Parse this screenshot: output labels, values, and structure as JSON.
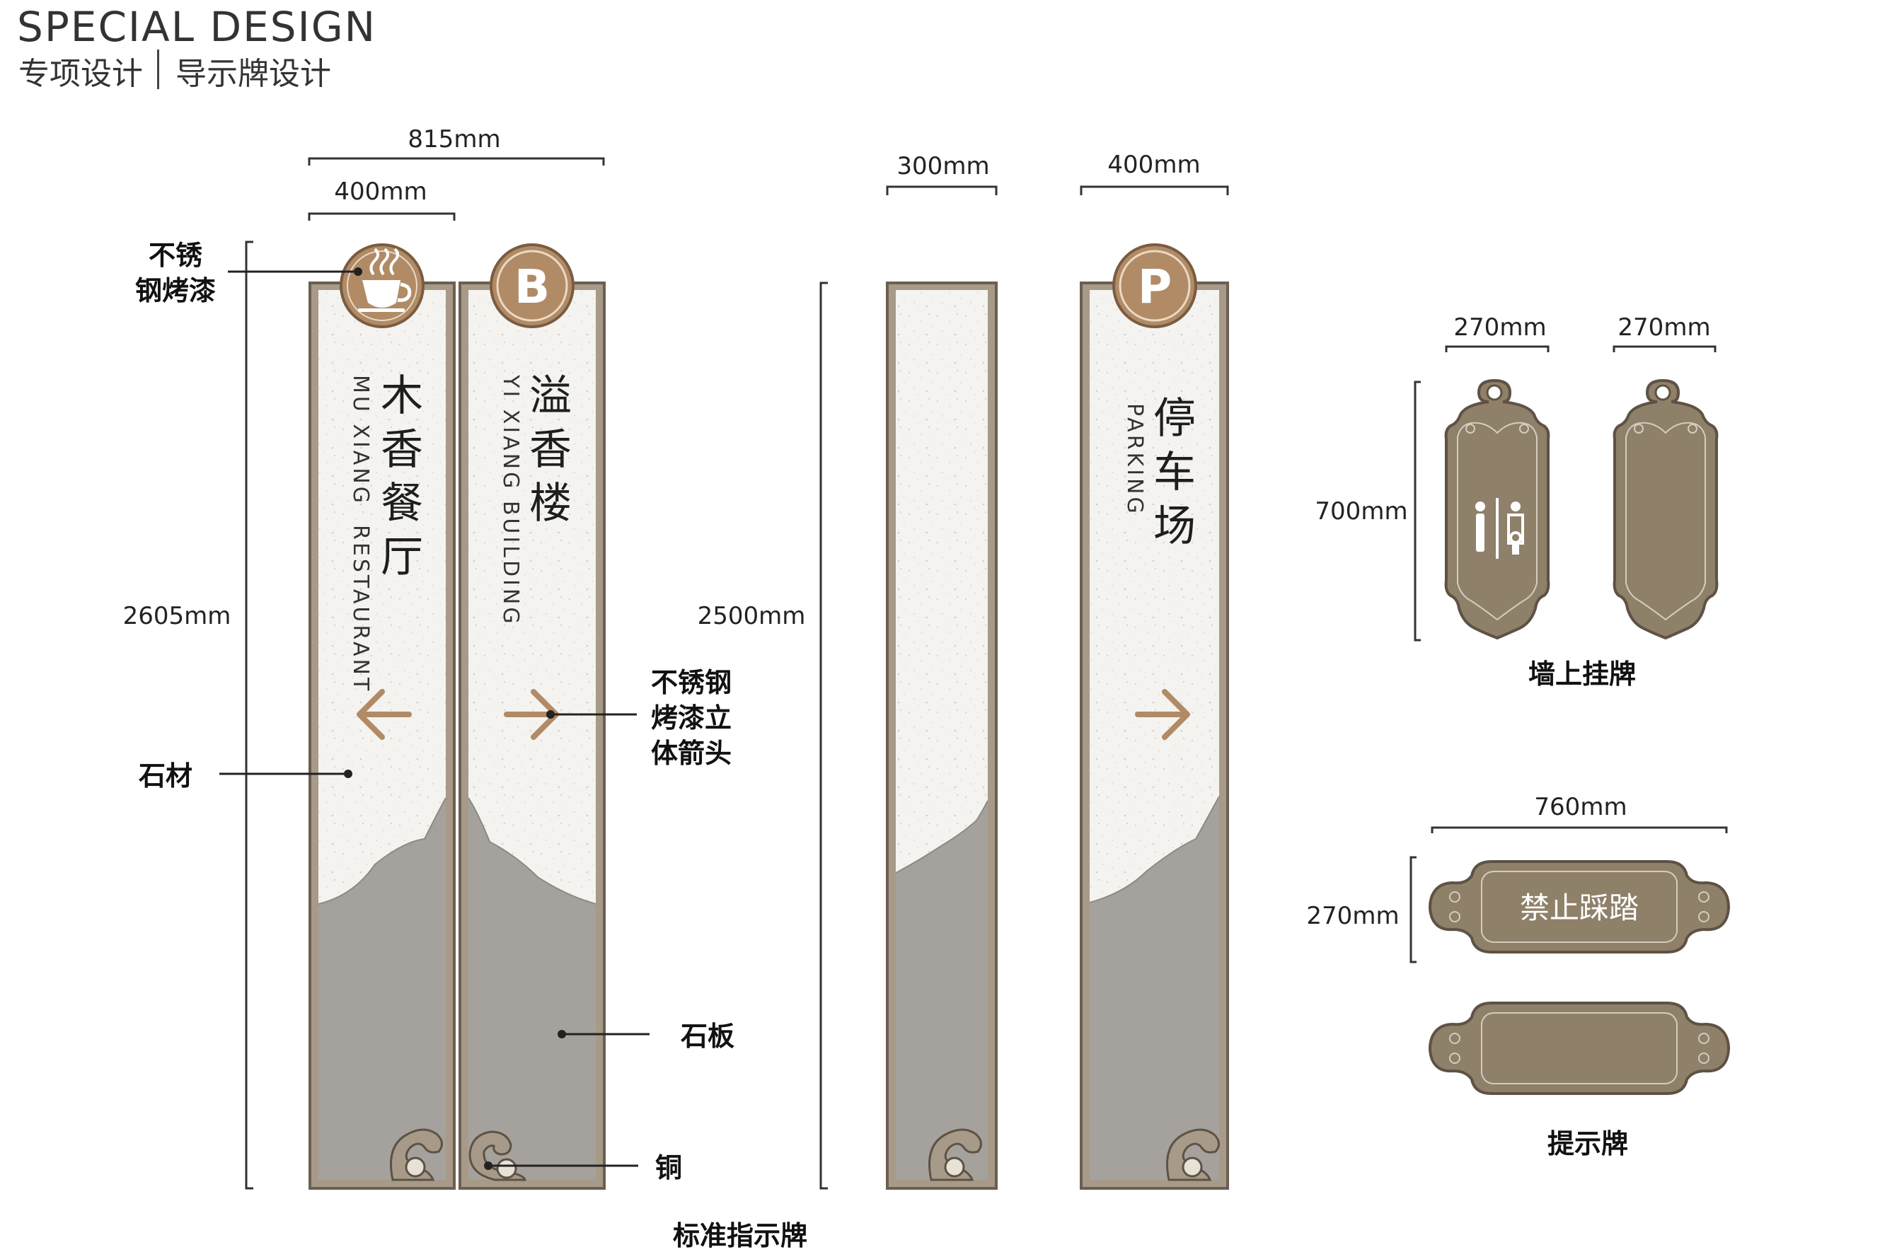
{
  "header": {
    "title_en": "SPECIAL DESIGN",
    "category": "专项设计",
    "subcategory": "导示牌设计"
  },
  "colors": {
    "frame": "#a79a88",
    "frame_stroke": "#6b5f52",
    "gold": "#b08b66",
    "gold_dark": "#8d6a49",
    "plate": "#8f8069",
    "plate_stroke": "#5e5245",
    "stone_light": "#f2f1ee",
    "stone_dark": "#a5a29d",
    "text": "#222222"
  },
  "icons": {
    "coffee": "coffee-cup-icon",
    "building": "letter-b-icon",
    "parking": "letter-p-icon",
    "restroom": "restroom-icon",
    "arrow_left": "arrow-left-icon",
    "arrow_right": "arrow-right-icon",
    "cloud": "cloud-scroll-icon"
  },
  "dimensions": {
    "pair_total_width": "815mm",
    "single_width": "400mm",
    "pair_height": "2605mm",
    "narrow_width": "300mm",
    "parking_width": "400mm",
    "tall_height": "2500mm",
    "hang_width_1": "270mm",
    "hang_width_2": "270mm",
    "hang_height": "700mm",
    "warn_width": "760mm",
    "warn_height": "270mm"
  },
  "callouts": {
    "stainless_paint": [
      "不锈",
      "钢烤漆"
    ],
    "stone_material": "石材",
    "arrow_3d": [
      "不锈钢",
      "烤漆立",
      "体箭头"
    ],
    "stone_slab": "石板",
    "copper": "铜"
  },
  "signs": {
    "restaurant": {
      "cn": [
        "木",
        "香",
        "餐",
        "厅"
      ],
      "en": "MU XIANG  RESTAURANT"
    },
    "building": {
      "cn": [
        "溢",
        "香",
        "楼"
      ],
      "en": "YI XIANG BUILDING",
      "badge": "B"
    },
    "parking": {
      "cn": [
        "停",
        "车",
        "场"
      ],
      "en": "PARKING",
      "badge": "P"
    }
  },
  "captions": {
    "standard": "标准指示牌",
    "wall_hanging": "墙上挂牌",
    "notice": "提示牌",
    "no_trample": "禁止踩踏"
  }
}
